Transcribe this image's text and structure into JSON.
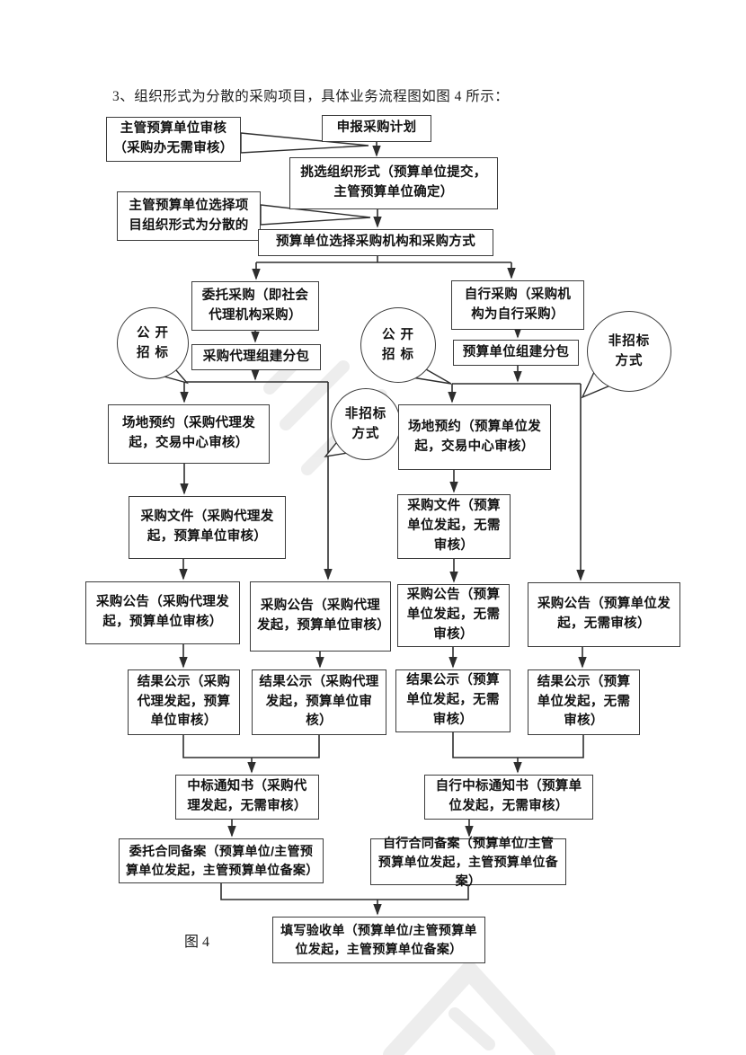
{
  "page": {
    "title": "3、组织形式为分散的采购项目，具体业务流程图如图 4 所示：",
    "figure_label": "图 4"
  },
  "colors": {
    "line": "#2e2e2e",
    "box_border": "#3c3c3c",
    "text": "#111111",
    "watermark": "#e9e9e9"
  },
  "callouts": {
    "review": {
      "text": "主管预算单位审核（采购办无需审核）"
    },
    "org_form": {
      "prefix": "主管预算单位选择项目组织形式为",
      "bold": "分散",
      "suffix": "的"
    }
  },
  "bubbles": {
    "open_tender_left": {
      "line1": "公 开",
      "line2": "招 标"
    },
    "open_tender_right": {
      "line1": "公 开",
      "line2": "招 标"
    },
    "non_tender_mid": {
      "line1": "非招标",
      "line2": "方式"
    },
    "non_tender_right": {
      "line1": "非招标",
      "line2": "方式"
    }
  },
  "nodes": {
    "declare_plan": {
      "label": "申报采购计划"
    },
    "choose_org": {
      "label": "挑选组织形式（预算单位提交，主管预算单位确定）"
    },
    "select_method": {
      "label": "预算单位选择采购机构和采购方式"
    },
    "entrust": {
      "label": "委托采购（即社会代理机构采购）"
    },
    "self_procure": {
      "label": "自行采购（采购机构为自行采购）"
    },
    "agency_package": {
      "label": "采购代理组建分包"
    },
    "budget_package": {
      "label": "预算单位组建分包"
    },
    "venue_agency": {
      "label": "场地预约（采购代理发起，交易中心审核）"
    },
    "venue_budget": {
      "label": "场地预约（预算单位发起，交易中心审核）"
    },
    "docs_agency": {
      "label": "采购文件（采购代理发起，预算单位审核）"
    },
    "docs_budget": {
      "label": "采购文件（预算单位发起，无需审核）"
    },
    "notice_agency_1": {
      "label": "采购公告（采购代理发起，预算单位审核）"
    },
    "notice_agency_2": {
      "label": "采购公告（采购代理发起，预算单位审核）"
    },
    "notice_budget_1": {
      "label": "采购公告（预算单位发起，无需审核）"
    },
    "notice_budget_2": {
      "label": "采购公告（预算单位发起，无需审核）"
    },
    "result_agency_1": {
      "label": "结果公示（采购代理发起，预算单位审核）"
    },
    "result_agency_2": {
      "label": "结果公示（采购代理发起，预算单位审核）"
    },
    "result_budget_1": {
      "label": "结果公示（预算单位发起，无需审核）"
    },
    "result_budget_2": {
      "label": "结果公示（预算单位发起，无需审核）"
    },
    "award_entrust": {
      "label": "中标通知书（采购代理发起，无需审核）"
    },
    "award_self": {
      "label": "自行中标通知书（预算单位发起，无需审核）"
    },
    "contract_entrust": {
      "label": "委托合同备案（预算单位/主管预算单位发起，主管预算单位备案）"
    },
    "contract_self": {
      "label": "自行合同备案（预算单位/主管预算单位发起，主管预算单位备案）"
    },
    "acceptance": {
      "label": "填写验收单（预算单位/主管预算单位发起，主管预算单位备案）"
    }
  }
}
